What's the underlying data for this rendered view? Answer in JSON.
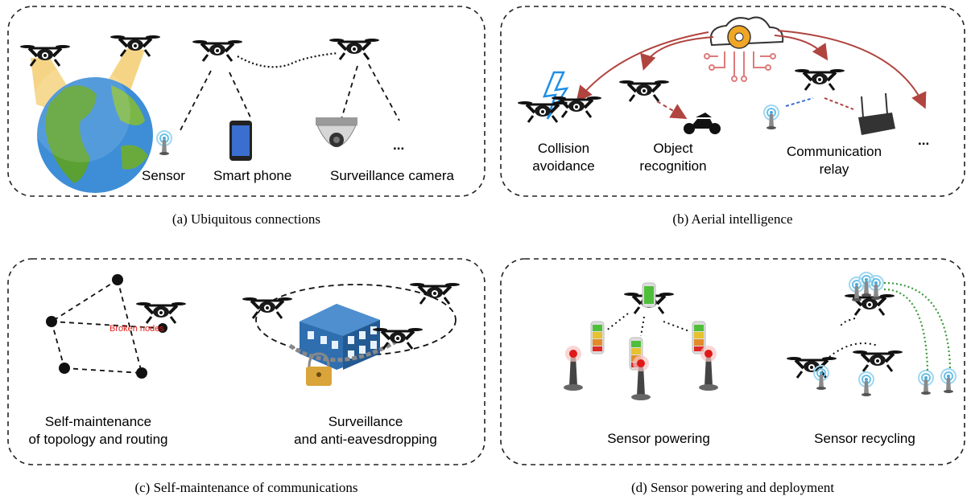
{
  "panels": {
    "a": {
      "caption": "(a)  Ubiquitous connections",
      "labels": {
        "sensor": "Sensor",
        "phone": "Smart phone",
        "camera": "Surveillance camera",
        "more": "..."
      }
    },
    "b": {
      "caption": "(b)  Aerial intelligence",
      "labels": {
        "collision_1": "Collision",
        "collision_2": "avoidance",
        "object_1": "Object",
        "object_2": "recognition",
        "relay_1": "Communication",
        "relay_2": "relay",
        "more": "..."
      }
    },
    "c": {
      "caption": "(c)  Self-maintenance of communications",
      "labels": {
        "broken": "Broken nodes",
        "topology_1": "Self-maintenance",
        "topology_2": "of topology and routing",
        "surveil_1": "Surveillance",
        "surveil_2": "and anti-eavesdropping"
      }
    },
    "d": {
      "caption": "(d)  Sensor powering and deployment",
      "labels": {
        "powering": "Sensor powering",
        "recycling": "Sensor recycling"
      }
    }
  },
  "colors": {
    "border": "#222222",
    "arrow_red": "#b0443f",
    "light_beam": "#f2c75c",
    "earth_ocean": "#3d8ed6",
    "earth_land": "#5aa032",
    "gear": "#f0a626",
    "circuit": "#e07a7a",
    "lightning": "#1e8fe8",
    "broken_text": "#e0201c",
    "building": "#2f6fb0",
    "green_dotted": "#3c9a3c"
  }
}
